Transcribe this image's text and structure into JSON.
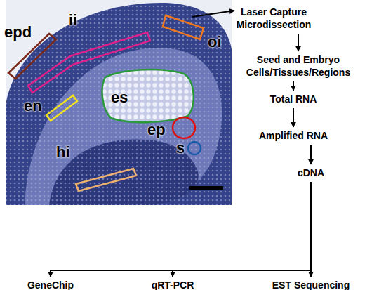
{
  "diagram": {
    "nodes": [
      {
        "text": [
          "Laser Capture Microdissection"
        ]
      },
      {
        "text": [
          "Seed and Embryo Cells/Tissues/Regions"
        ]
      },
      {
        "text": [
          "Total RNA"
        ]
      },
      {
        "text": [
          "Amplified RNA"
        ]
      },
      {
        "text": [
          "cDNA"
        ]
      },
      {
        "text": [
          "GeneChip"
        ]
      },
      {
        "text": [
          "qRT-PCR"
        ]
      },
      {
        "text": [
          "EST Sequencing"
        ]
      }
    ],
    "edges": [
      {
        "from": 0,
        "to": 1,
        "arrow": "to"
      },
      {
        "from": 1,
        "to": 2,
        "arrow": "to"
      },
      {
        "from": 2,
        "to": 3,
        "arrow": "to"
      },
      {
        "from": 3,
        "to": 4,
        "arrow": "to"
      },
      {
        "from": 4,
        "to": 5,
        "arrow": "to"
      },
      {
        "from": 4,
        "to": 6,
        "arrow": "to"
      },
      {
        "from": 4,
        "to": 7,
        "arrow": "to"
      }
    ],
    "labels": [
      "epd",
      "ii",
      "oi",
      "es",
      "en",
      "ep",
      "s",
      "hi"
    ]
  }
}
